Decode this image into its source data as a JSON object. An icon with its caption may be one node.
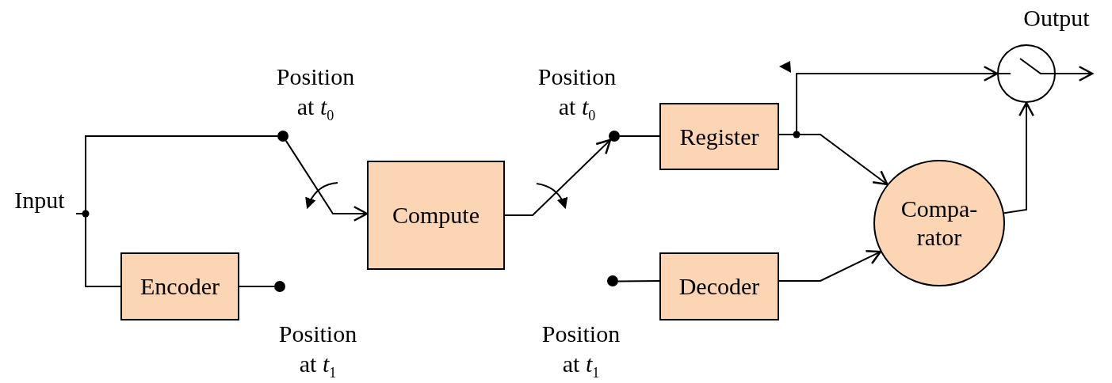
{
  "diagram": {
    "nodes": [
      {
        "text": [
          "Input"
        ]
      },
      {
        "text": [],
        "shape": "circle",
        "beside": [
          "Position at *t*$_{0}$"
        ]
      },
      {
        "text": [
          "Encoder"
        ]
      },
      {
        "text": [],
        "shape": "circle",
        "beside": [
          "Position at *t*$_{1}$"
        ]
      },
      {
        "text": [
          "Compute"
        ]
      },
      {
        "text": [],
        "shape": "circle",
        "beside": [
          "Position at *t*$_{0}$"
        ]
      },
      {
        "text": [],
        "shape": "circle",
        "beside": [
          "Position at *t*$_{1}$"
        ]
      },
      {
        "text": [
          "Register"
        ]
      },
      {
        "text": [
          "Decoder"
        ]
      },
      {
        "text": [
          "Compa-rator"
        ]
      },
      {
        "text": [],
        "shape": "circle",
        "beside": [
          "Output"
        ]
      }
    ],
    "edges": [
      {
        "from": 0,
        "to": 1,
        "arrow": "none"
      },
      {
        "from": 0,
        "to": 2,
        "arrow": "none"
      },
      {
        "from": 2,
        "to": 3,
        "arrow": "none"
      },
      {
        "from": 1,
        "to": 4,
        "arrow": "to"
      },
      {
        "from": 4,
        "to": 5,
        "arrow": "to"
      },
      {
        "from": 5,
        "to": 7,
        "arrow": "none"
      },
      {
        "from": 6,
        "to": 8,
        "arrow": "none"
      },
      {
        "from": 7,
        "to": 9,
        "arrow": "to"
      },
      {
        "from": 7,
        "to": 10,
        "arrow": "to"
      },
      {
        "from": 8,
        "to": 9,
        "arrow": "to"
      },
      {
        "from": 9,
        "to": 10,
        "arrow": "to"
      },
      {
        "from": 10,
        "to": null,
        "arrow": "to"
      }
    ]
  }
}
